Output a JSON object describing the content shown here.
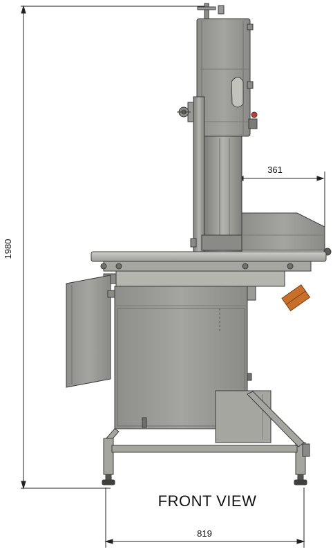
{
  "caption": "FRONT VIEW",
  "dimensions": {
    "height": "1980",
    "width": "819",
    "depth": "361"
  },
  "colors": {
    "machine_body": "#9a9a96",
    "machine_light": "#bdbdb8",
    "machine_dark": "#6f6f6b",
    "outline": "#3b3b3b",
    "accent_pad": "#c8702a",
    "knob_red": "#c0392b",
    "dimension_line": "#222222"
  }
}
